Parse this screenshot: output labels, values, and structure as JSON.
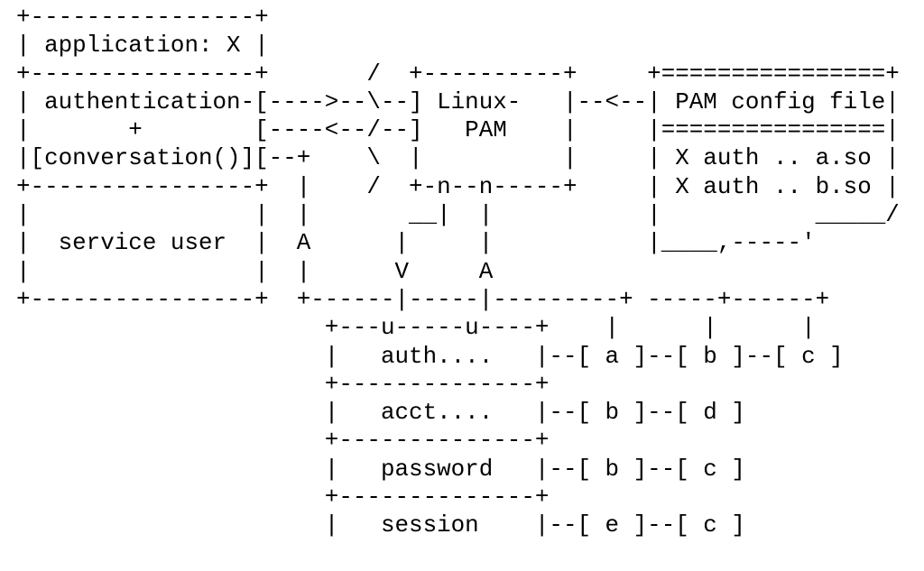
{
  "diagram": {
    "lines": [
      "+----------------+",
      "| application: X |",
      "+----------------+       /  +----------+     +================+",
      "| authentication-[---->--\\--] Linux-   |--<--| PAM config file|",
      "|       +        [----<--/--]   PAM    |     |================|",
      "|[conversation()][--+    \\  |          |     | X auth .. a.so |",
      "+----------------+  |    /  +-n--n-----+     | X auth .. b.so |",
      "|                |  |       __|  |           |           _____/",
      "|  service user  |  A      |     |           |____,-----'",
      "|                |  |      V     A",
      "+----------------+  +------|-----|---------+ -----+------+",
      "                      +---u-----u----+    |      |      |",
      "                      |   auth....   |--[ a ]--[ b ]--[ c ]",
      "                      +--------------+",
      "                      |   acct....   |--[ b ]--[ d ]",
      "                      +--------------+",
      "                      |   password   |--[ b ]--[ c ]",
      "                      +--------------+",
      "                      |   session    |--[ e ]--[ c ]"
    ]
  }
}
